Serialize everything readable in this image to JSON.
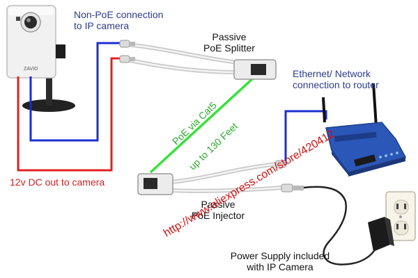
{
  "labels": {
    "non_poe_connection": [
      "Non-PoE connection",
      "to IP camera"
    ],
    "passive_splitter": [
      "Passive",
      "PoE Splitter"
    ],
    "ethernet_router": [
      "Ethernet/ Network",
      "connection to router"
    ],
    "poe_via_cat5": "PoE via Cat5",
    "up_to_130": "up to 130 Feet",
    "dc_out": "12v DC out to camera",
    "passive_injector": [
      "Passive",
      "PoE Injector"
    ],
    "power_supply": [
      "Power Supply included",
      "with IP Camera"
    ]
  },
  "watermark": "http://www.aliexpress.com/store/420412",
  "camera_logo": "ZAVIO",
  "colors": {
    "blue_wire": "#1a2fd0",
    "red_wire": "#e02020",
    "green_wire": "#36e23a",
    "label_blue": "#2e3c8c",
    "label_red": "#d42020",
    "router_blue": "#2b57b8"
  }
}
